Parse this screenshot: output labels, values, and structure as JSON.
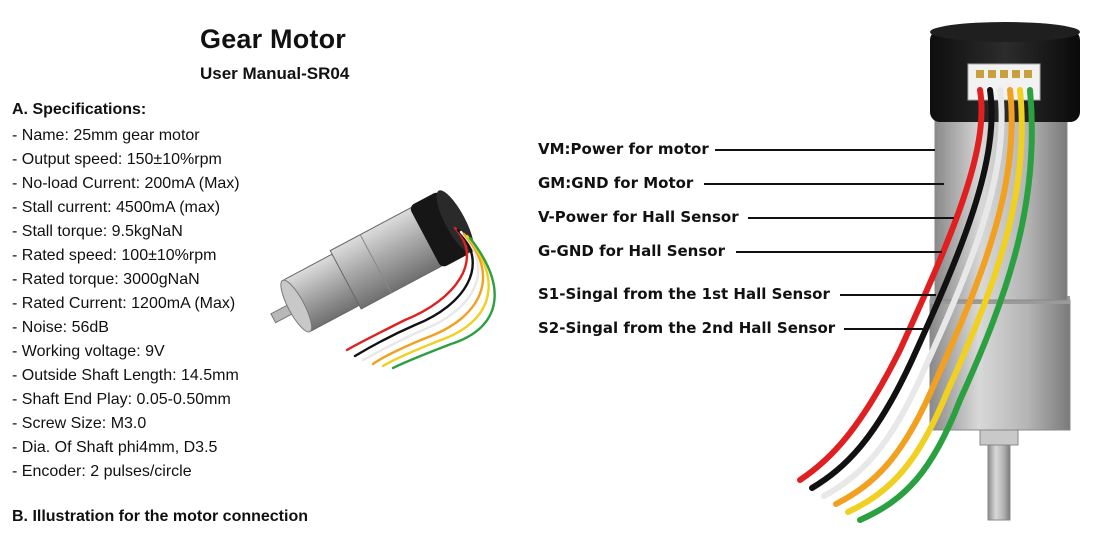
{
  "header": {
    "title": "Gear Motor",
    "subtitle": "User Manual-SR04"
  },
  "section_a": {
    "heading": "A. Specifications:",
    "items": [
      "- Name: 25mm gear motor",
      "- Output speed: 150±10%rpm",
      "- No-load Current: 200mA (Max)",
      "- Stall current: 4500mA (max)",
      "- Stall torque: 9.5kgNaN",
      "- Rated speed: 100±10%rpm",
      "- Rated torque: 3000gNaN",
      "- Rated Current: 1200mA (Max)",
      "- Noise: 56dB",
      "- Working voltage: 9V",
      "- Outside Shaft Length: 14.5mm",
      "- Shaft End Play: 0.05-0.50mm",
      "- Screw Size: M3.0",
      "- Dia. Of Shaft phi4mm, D3.5",
      "- Encoder: 2 pulses/circle"
    ]
  },
  "section_b": {
    "heading": "B. Illustration for the motor connection"
  },
  "wiring_labels": [
    "VM:Power for motor",
    "GM:GND for Motor",
    "V-Power for Hall Sensor",
    "G-GND for Hall Sensor",
    "S1-Singal from the 1st Hall Sensor",
    "S2-Singal from the 2nd Hall Sensor"
  ],
  "wire_colors": [
    "#e02020",
    "#111111",
    "#e8e8e8",
    "#f2a020",
    "#f0d020",
    "#2aa040"
  ]
}
